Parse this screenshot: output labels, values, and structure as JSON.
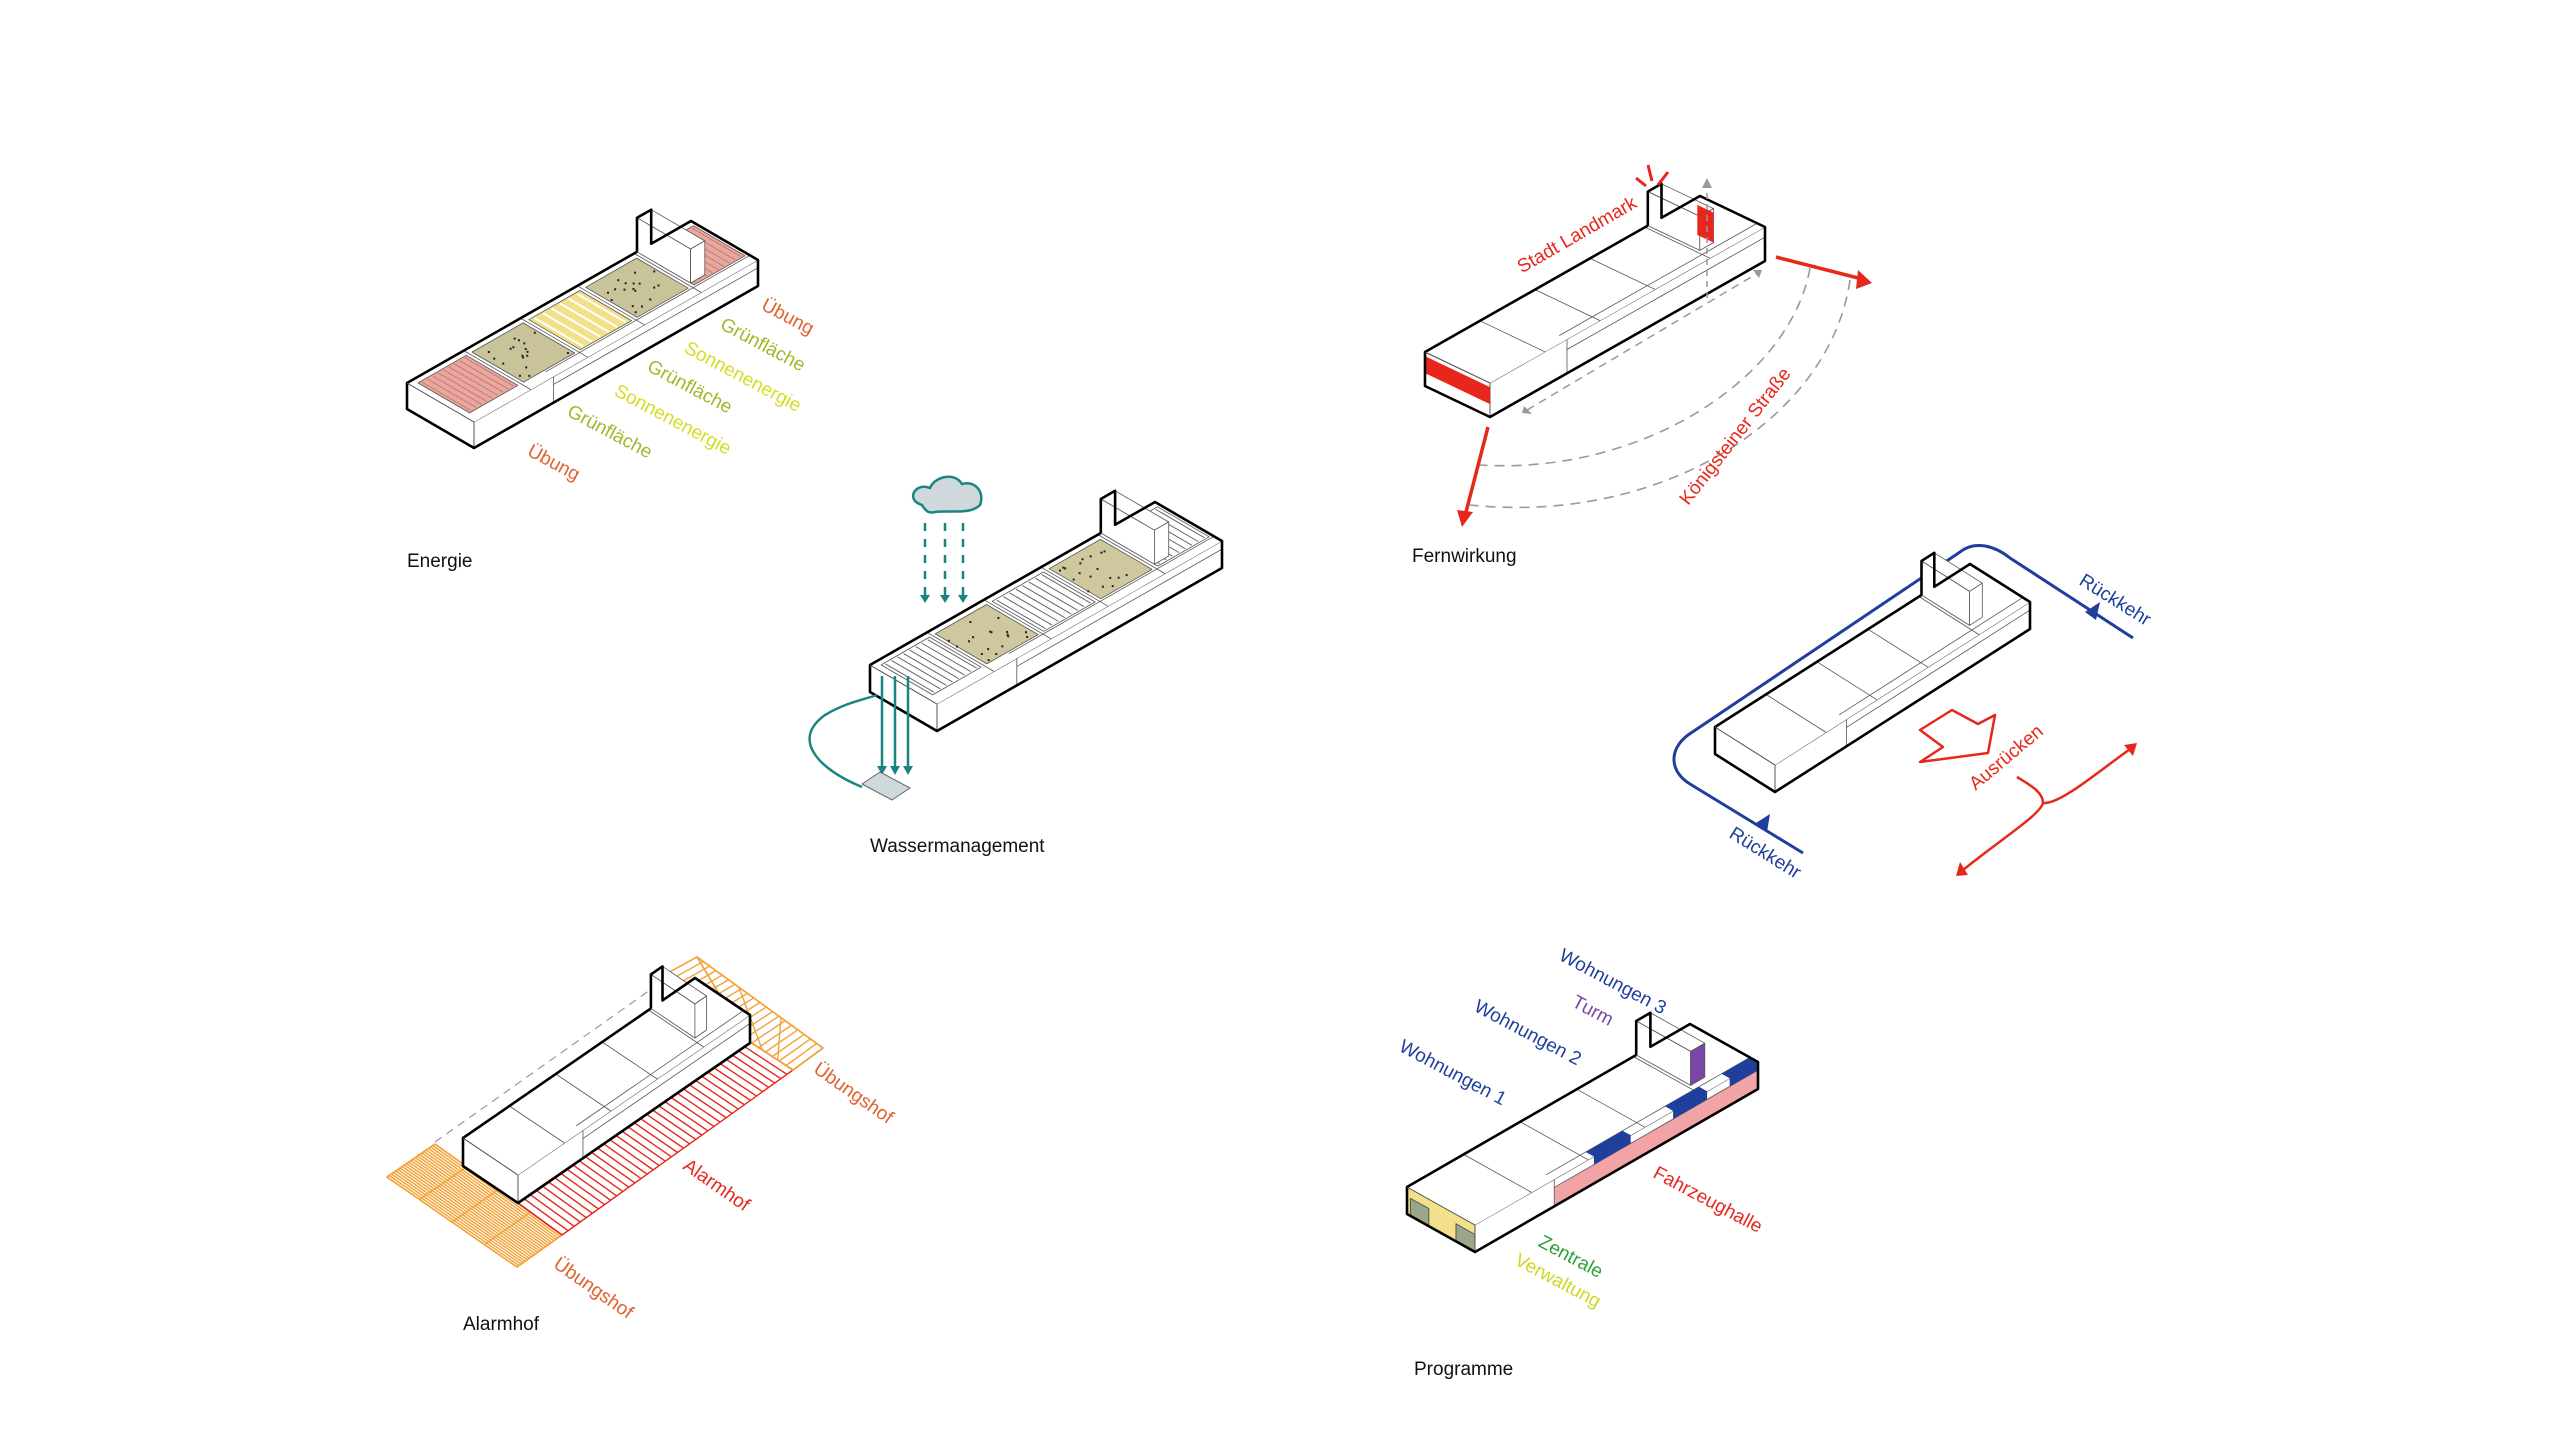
{
  "panels": {
    "energie": {
      "title": "Energie",
      "labels": [
        "Übung",
        "Grünfläche",
        "Sonnenenergie",
        "Grünfläche",
        "Sonnenenergie",
        "Grünfläche",
        "Übung"
      ]
    },
    "wasser": {
      "title": "Wassermanagement"
    },
    "alarmhof": {
      "title": "Alarmhof",
      "labels": [
        "Übungshof",
        "Alarmhof",
        "Übungshof"
      ]
    },
    "fernwirkung": {
      "title": "Fernwirkung",
      "labels": [
        "Stadt Landmark",
        "Königsteiner Straße"
      ]
    },
    "rueckkehr": {
      "labels": [
        "Rückkehr",
        "Ausrücken",
        "Rückkehr"
      ]
    },
    "programme": {
      "title": "Programme",
      "labels": [
        "Wohnungen 3",
        "Turm",
        "Wohnungen 2",
        "Wohnungen 1",
        "Fahrzeughalle",
        "Zentrale",
        "Verwaltung"
      ]
    }
  },
  "colors": {
    "uebung": "#e0622e",
    "gruen": "#a6b52a",
    "sonne": "#d6dc22",
    "red": "#e8271c",
    "blue": "#1f3f9c",
    "teal": "#1a8580",
    "orange": "#f2a33a",
    "purple": "#7a45a8",
    "green": "#2ea03a",
    "yellow": "#d2d624",
    "pink": "#f2a3a5"
  }
}
